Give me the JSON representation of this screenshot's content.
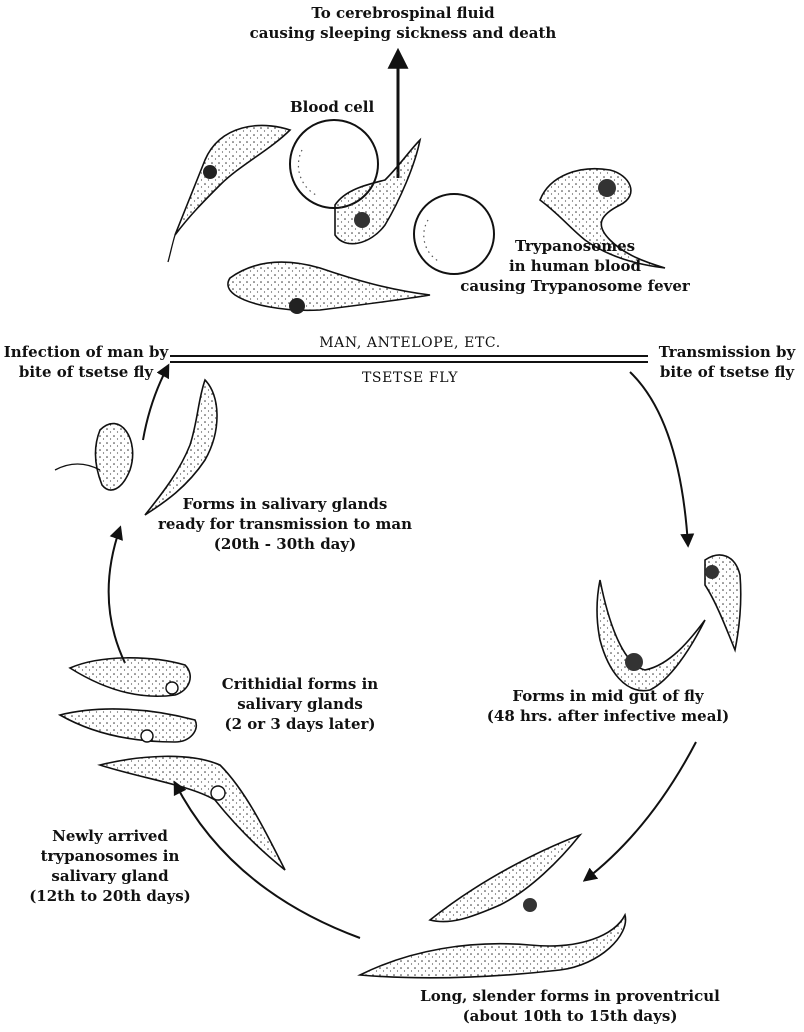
{
  "top_note": [
    "To cerebrospinal fluid",
    "causing sleeping sickness and death"
  ],
  "blood_cell_label": "Blood cell",
  "human_blood_label": [
    "Trypanosomes",
    "in human blood",
    "causing Trypanosome fever"
  ],
  "host_upper": "MAN, ANTELOPE, ETC.",
  "host_lower": "TSETSE FLY",
  "infection_label": [
    "Infection of man by",
    "bite of tsetse fly"
  ],
  "transmission_label": [
    "Transmission by",
    "bite of tsetse fly"
  ],
  "salivary_ready_label": [
    "Forms in salivary glands",
    "ready for transmission to man",
    "(20th - 30th day)"
  ],
  "midgut_label": [
    "Forms in mid gut of fly",
    "(48 hrs. after infective meal)"
  ],
  "crithidial_label": [
    "Crithidial forms in",
    "salivary glands",
    "(2 or 3 days later)"
  ],
  "newly_arrived_label": [
    "Newly arrived",
    "trypanosomes in",
    "salivary gland",
    "(12th to 20th days)"
  ],
  "proventricul_label": [
    "Long, slender forms in proventricul",
    "(about 10th to 15th days)"
  ]
}
